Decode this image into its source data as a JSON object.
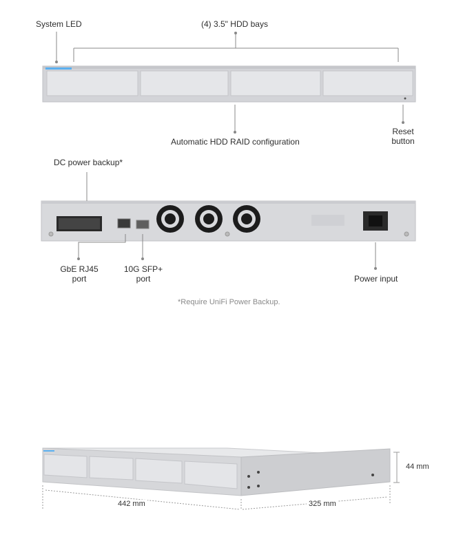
{
  "front_view": {
    "system_led_label": "System LED",
    "hdd_bays_label": "(4) 3.5\" HDD bays",
    "raid_label": "Automatic HDD RAID configuration",
    "reset_label_line1": "Reset",
    "reset_label_line2": "button"
  },
  "rear_view": {
    "dc_power_label": "DC power backup*",
    "rj45_label_line1": "GbE RJ45",
    "rj45_label_line2": "port",
    "sfp_label_line1": "10G SFP+",
    "sfp_label_line2": "port",
    "power_input_label": "Power input",
    "footnote": "*Require UniFi Power Backup."
  },
  "dimensions": {
    "width": "442 mm",
    "depth": "325 mm",
    "height": "44 mm"
  },
  "colors": {
    "chassis": "#dcdde0",
    "bay": "#e4e5e8",
    "led_blue": "#5ab0f0",
    "fan": "#1c1c1c",
    "callout": "#888888"
  }
}
